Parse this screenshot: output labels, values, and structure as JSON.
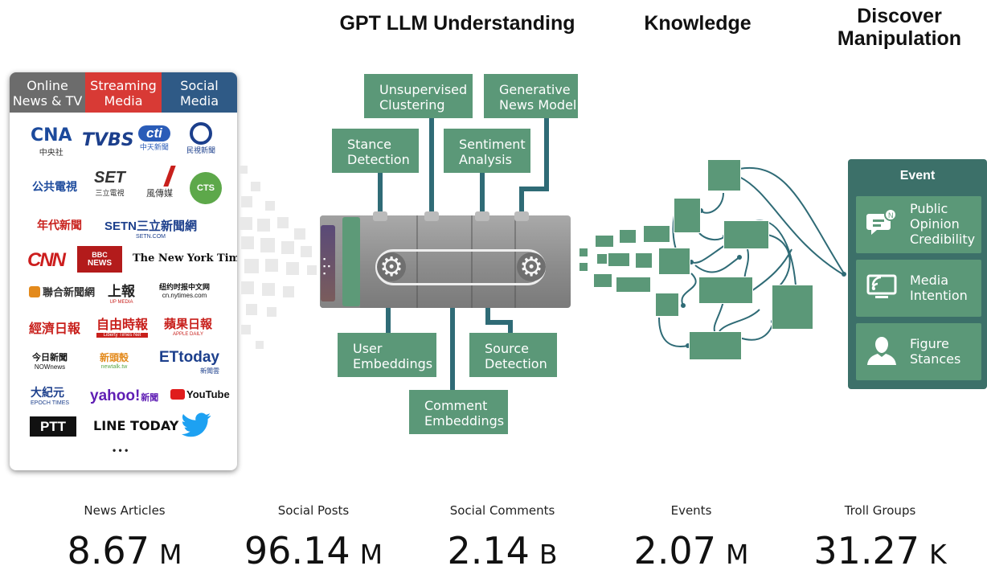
{
  "headings": {
    "understanding": "GPT LLM Understanding",
    "knowledge": "Knowledge",
    "discover_line1": "Discover",
    "discover_line2": "Manipulation"
  },
  "source_tabs": [
    {
      "line1": "Online",
      "line2": "News & TV",
      "color": "#6c6c6c"
    },
    {
      "line1": "Streaming",
      "line2": "Media",
      "color": "#d83a35"
    },
    {
      "line1": "Social",
      "line2": "Media",
      "color": "#2f5a86"
    }
  ],
  "source_logos": {
    "cna": "CNA",
    "cna_sub": "中央社",
    "tvbs": "TVBS",
    "ctinews": "cti",
    "ctinews_sub": "中天新聞",
    "ftv_sub": "民視新聞",
    "pts": "公共電視",
    "set": "SET",
    "set_sub": "三立電視",
    "storm": "風傳媒",
    "ctsnews": "CTS",
    "eratv": "年代新聞",
    "setn": "SETN三立新聞網",
    "setn_sub": "SETN.COM",
    "cnn": "CNN",
    "bbc_line1": "BBC",
    "bbc_line2": "NEWS",
    "nyt": "The New York Times",
    "udn": "聯合新聞網",
    "upmedia": "上報",
    "upmedia_sub": "UP MEDIA",
    "nytcn": "纽约时报中文网",
    "nytcn_sub": "cn.nytimes.com",
    "money": "經濟日報",
    "ltn": "自由時報",
    "ltn_sub": "Liberty Times Net",
    "apple": "蘋果日報",
    "apple_sub": "APPLE DAILY",
    "nownews": "今日新聞",
    "nownews_sub": "NOWnews",
    "newtalk": "新頭殼",
    "newtalk_sub": "newtalk.tw",
    "ettoday": "ETtoday",
    "ettoday_sub": "新聞雲",
    "epoch": "大紀元",
    "epoch_sub": "EPOCH TIMES",
    "yahoo": "yahoo!",
    "yahoo_cn": "新聞",
    "youtube": "YouTube",
    "ptt": "PTT",
    "linetoday": "LINE TODAY",
    "ellipsis": "• • •"
  },
  "process_boxes": {
    "unsupervised_1": "Unsupervised",
    "unsupervised_2": "Clustering",
    "generative_1": "Generative",
    "generative_2": "News Model",
    "stance_1": "Stance",
    "stance_2": "Detection",
    "sentiment_1": "Sentiment",
    "sentiment_2": "Analysis",
    "user_1": "User",
    "user_2": "Embeddings",
    "source_1": "Source",
    "source_2": "Detection",
    "comment_1": "Comment",
    "comment_2": "Embeddings"
  },
  "event_panel": {
    "title": "Event",
    "items": [
      {
        "line1": "Public",
        "line2": "Opinion",
        "line3": "Credibility",
        "icon": "chat-bubble-icon"
      },
      {
        "line1": "Media",
        "line2": "Intention",
        "line3": "",
        "icon": "broadcast-monitor-icon"
      },
      {
        "line1": "Figure",
        "line2": "Stances",
        "line3": "",
        "icon": "person-icon"
      }
    ]
  },
  "stats": [
    {
      "label": "News Articles",
      "value": "8.67",
      "unit": "M"
    },
    {
      "label": "Social Posts",
      "value": "96.14",
      "unit": "M"
    },
    {
      "label": "Social Comments",
      "value": "2.14",
      "unit": "B"
    },
    {
      "label": "Events",
      "value": "2.07",
      "unit": "M"
    },
    {
      "label": "Troll Groups",
      "value": "31.27",
      "unit": "K"
    }
  ],
  "colors": {
    "green": "#5b9878",
    "dark_teal": "#3c7069",
    "wire": "#2f6b76",
    "red": "#d83a35",
    "blue": "#2f5a86",
    "gray": "#6c6c6c"
  }
}
